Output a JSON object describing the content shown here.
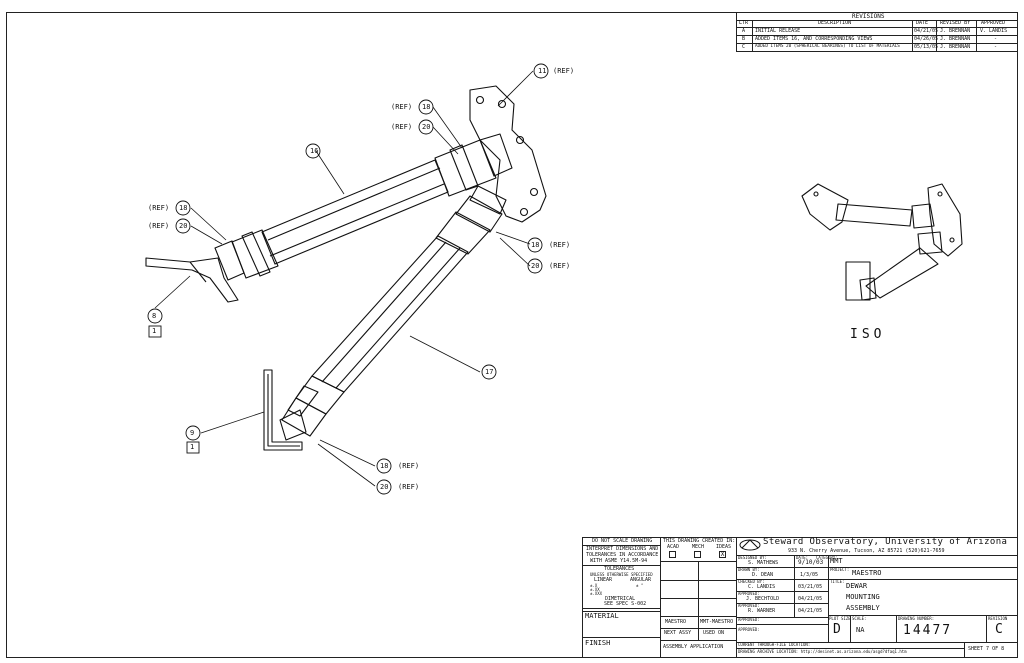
{
  "revisions": {
    "title": "REVISIONS",
    "headers": [
      "LTR",
      "DESCRIPTION",
      "DATE",
      "REVISED BY",
      "APPROVED"
    ],
    "rows": [
      [
        "A",
        "INITIAL RELEASE",
        "04/21/05",
        "J. BRENNAN",
        "V. LANDIS"
      ],
      [
        "B",
        "ADDED ITEMS 16, AND CORRESPONDING VIEWS",
        "04/26/05",
        "J. BRENNAN",
        "-"
      ],
      [
        "C",
        "ADDED ITEMS 20 (SPHERICAL BEARINGS) TO LIST OF MATERIALS",
        "05/13/05",
        "J. BRENNAN",
        "-"
      ]
    ]
  },
  "callouts": {
    "c11": "11",
    "c11_ref": "(REF)",
    "c16": "16",
    "c18_top": "18",
    "c18_top_ref": "(REF)",
    "c20_top": "20",
    "c20_top_ref": "(REF)",
    "c18_left": "18",
    "c18_left_ref": "(REF)",
    "c20_left": "20",
    "c20_left_ref": "(REF)",
    "c18_mid": "18",
    "c18_mid_ref": "(REF)",
    "c20_mid": "20",
    "c20_mid_ref": "(REF)",
    "c8": "8",
    "c8_qty": "1",
    "c17": "17",
    "c9": "9",
    "c9_qty": "1",
    "c18_bot": "18",
    "c18_bot_ref": "(REF)",
    "c20_bot": "20",
    "c20_bot_ref": "(REF)"
  },
  "iso_label": "ISO",
  "title_block": {
    "no_scale": "DO NOT SCALE DRAWING",
    "interpret": [
      "INTERPRET DIMENSIONS AND",
      "TOLERANCES IN ACCORDANCE",
      "WITH ASME Y14.5M-94"
    ],
    "tolerances": "TOLERANCES",
    "unless": "UNLESS OTHERWISE SPECIFIED",
    "linear": "LINEAR",
    "angular": "ANGULAR",
    "lin_vals": [
      "±.X",
      "±.XX",
      "±.XXX"
    ],
    "ang_val": "± °",
    "dimetrical": "DIMETRICAL",
    "see_spec": "SEE SPEC S-002",
    "material": "MATERIAL",
    "finish": "FINISH",
    "created_in": "THIS DRAWING CREATED IN:",
    "cad_options": [
      "ACAD",
      "MECH",
      "IDEAS"
    ],
    "checked": "X",
    "maestro": "MAESTRO",
    "assy_code": "MMT-MAESTRO",
    "next_assy": "NEXT ASSY",
    "used_on": "USED ON",
    "assembly_application": "ASSEMBLY APPLICATION",
    "org": "Steward Observatory, University of Arizona",
    "address": "933 N. Cherry Avenue, Tucson, AZ 85721   (520)621-7659",
    "designed_by_label": "DESIGNED BY:",
    "designed_by": "S. MATHEWS",
    "date_label": "DATE:",
    "designed_date": "9/10/03",
    "drawn_by_label": "DRAWN BY:",
    "drawn_by": "D. DEAN",
    "drawn_date": "1/3/05",
    "checked_by_label": "CHECKED BY:",
    "checked_by": "C. LANDIS",
    "checked_date": "03/21/05",
    "approved_label": "APPROVED:",
    "approved1": "J. BECHTOLD",
    "approved1_date": "04/21/05",
    "approved2": "R. WARNER",
    "approved2_date": "04/21/05",
    "approved3": "",
    "approved4": "",
    "category_label": "CATEGORY:",
    "category": "MMT",
    "project_label": "PROJECT:",
    "project": "MAESTRO",
    "title_label": "TITLE:",
    "title_lines": [
      "DEWAR",
      "MOUNTING",
      "ASSEMBLY"
    ],
    "plot_size_label": "PLOT SIZE",
    "plot_size": "D",
    "scale_label": "SCALE:",
    "scale": "NA",
    "drawing_number_label": "DRAWING NUMBER:",
    "drawing_number": "14477",
    "revision_label": "REVISION",
    "revision": "C",
    "current_location": "CURRENT THROUGH-FILE LOCATION:",
    "archive_location": "DRAWING ARCHIVE LOCATION: http://desinet.as.arizona.edu/asgd?dfaq1.htm",
    "sheet": "SHEET 7 OF 8"
  }
}
